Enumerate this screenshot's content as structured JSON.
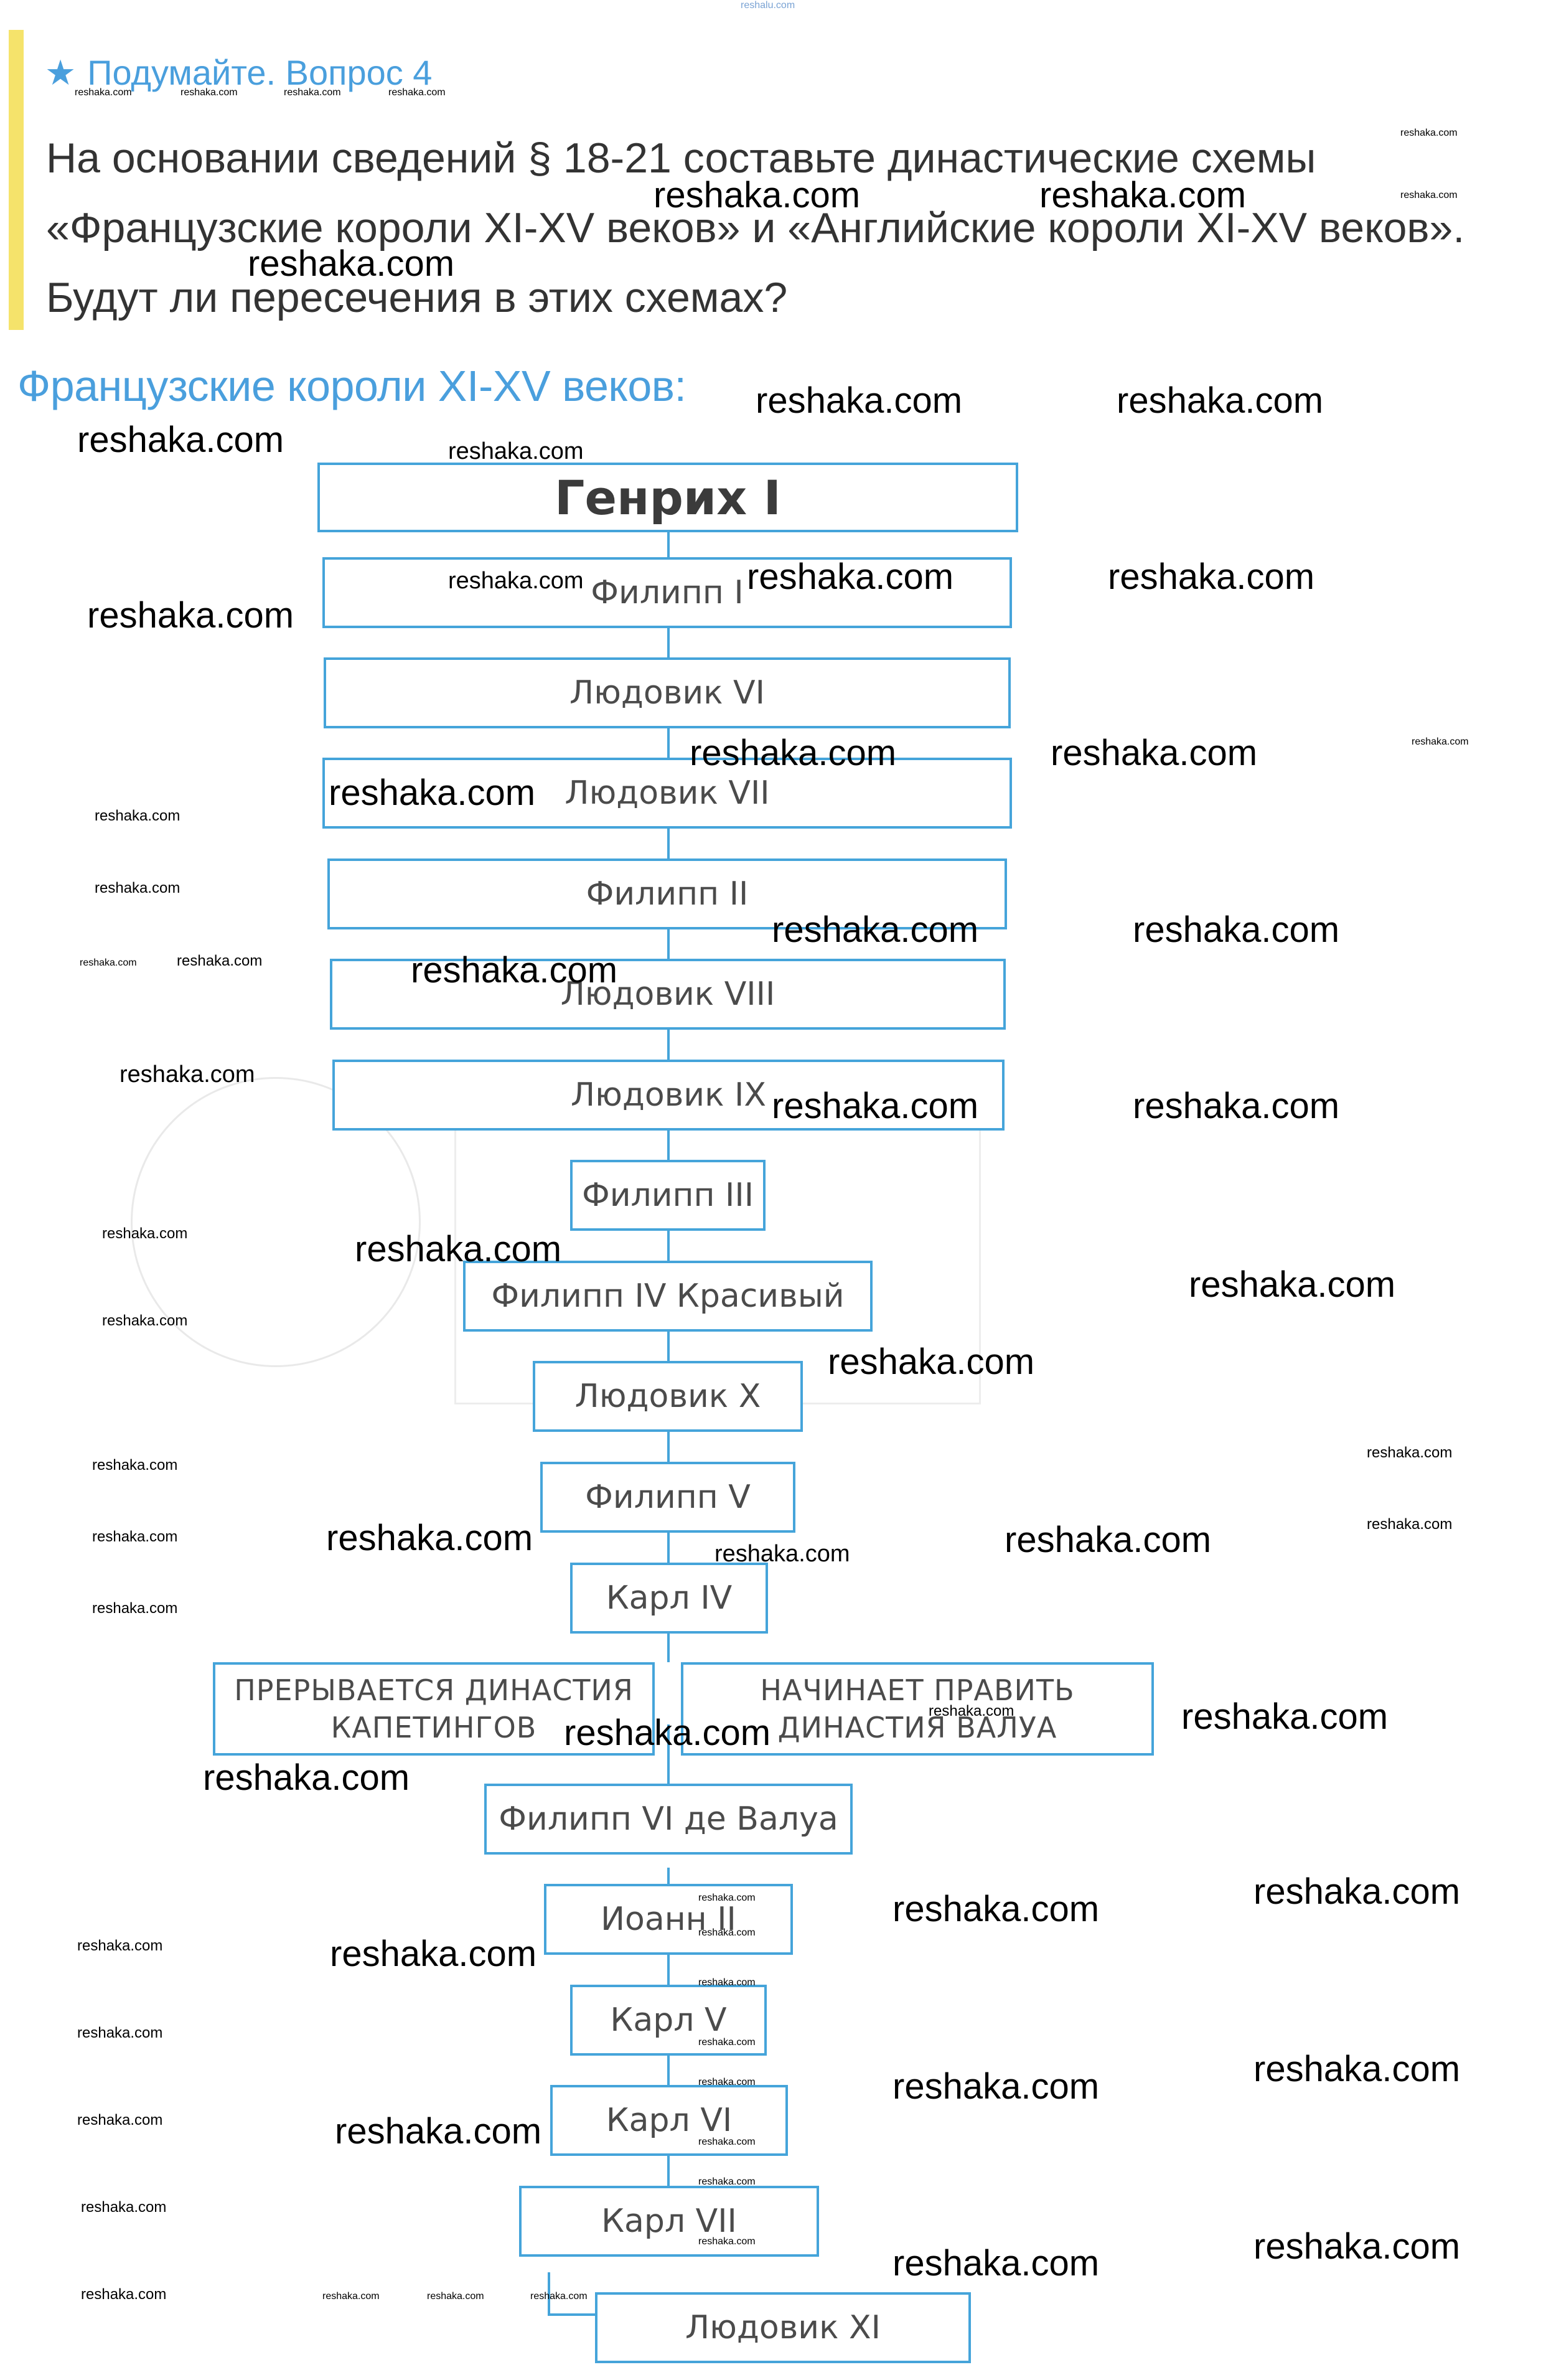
{
  "site_header": "reshalu.com",
  "callout": {
    "star_icon": "★",
    "title": "Подумайте. Вопрос 4",
    "question": "На основании сведений § 18-21 составьте династические схемы «Французские короли XI-XV веков» и «Английские короли XI-XV веков». Будут ли пересечения в этих схемах?"
  },
  "section_title": "Французские короли XI-XV веков:",
  "tree": {
    "kings_top": [
      "Генрих I",
      "Филипп I",
      "Людовик VI",
      "Людовик VII",
      "Филипп II",
      "Людовик VIII",
      "Людовик IX",
      "Филипп III",
      "Филипп IV Красивый",
      "Людовик X",
      "Филипп V",
      "Карл IV"
    ],
    "note_left": "ПРЕРЫВАЕТСЯ ДИНАСТИЯ КАПЕТИНГОВ",
    "note_right": "НАЧИНАЕТ ПРАВИТЬ ДИНАСТИЯ ВАЛУА",
    "kings_bottom": [
      "Филипп VI де Валуа",
      "Иоанн II",
      "Карл V",
      "Карл VI",
      "Карл VII",
      "Людовик XI"
    ]
  },
  "watermark": "reshaka.com",
  "colors": {
    "accent": "#45a4da",
    "title": "#4a9fdd",
    "marker": "#f5e36b",
    "text": "#333333"
  }
}
